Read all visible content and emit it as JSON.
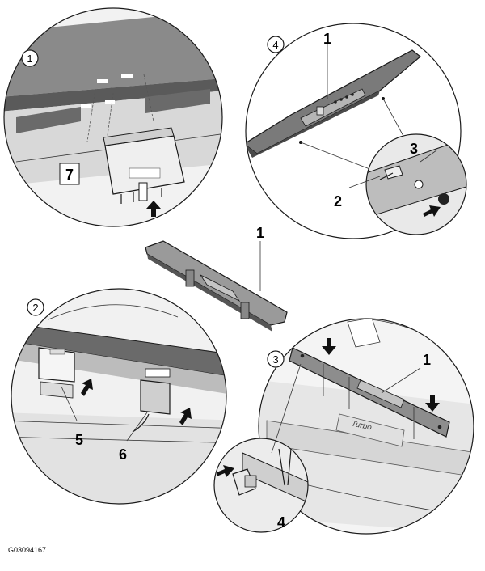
{
  "detail_1": {
    "step": "1",
    "callout": "7"
  },
  "detail_4": {
    "step": "4",
    "callout_top": "1",
    "callout_screw": "2",
    "callout_cap": "3"
  },
  "center": {
    "callout": "1"
  },
  "detail_2": {
    "step": "2",
    "callout_left": "5",
    "callout_right": "6"
  },
  "detail_3": {
    "step": "3",
    "callout_top": "1",
    "callout_inset": "4",
    "badge_text": "Turbo"
  },
  "figure_id": "G03094167",
  "colors": {
    "line": "#1a1a1a",
    "panel_dark": "#555555",
    "panel_mid": "#9a9a9a",
    "panel_light": "#dcdcdc",
    "background": "#ffffff"
  }
}
